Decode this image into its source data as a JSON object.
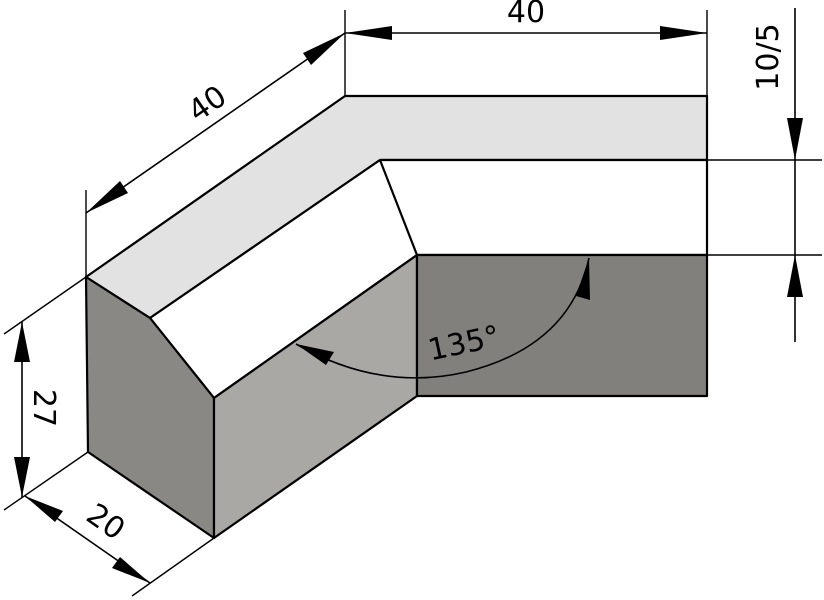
{
  "dimensions": {
    "top_length": "40",
    "slant_length": "40",
    "step_height": "10/5",
    "height": "27",
    "depth": "20",
    "angle": "135°"
  },
  "colors": {
    "top_face": "#e2e2e2",
    "upper_step_face": "#ffffff",
    "left_end_face": "#8a8885",
    "front_face_left": "#aaa8a4",
    "front_face_right": "#82807d",
    "line": "#000000"
  }
}
